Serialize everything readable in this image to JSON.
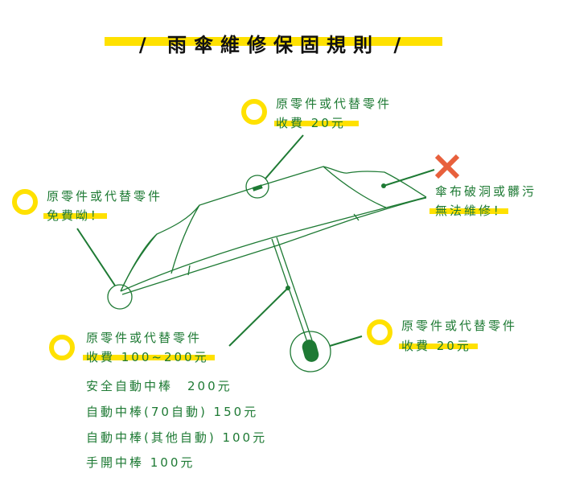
{
  "title": "/ 雨傘維修保固規則 /",
  "callouts": {
    "top": {
      "line1": "原零件或代替零件",
      "line2": "收費 20元"
    },
    "left": {
      "line1": "原零件或代替零件",
      "line2": "免費呦！"
    },
    "canopy": {
      "line1": "傘布破洞或髒污",
      "line2": "無法維修！",
      "icon": "x-icon"
    },
    "shaft": {
      "line1": "原零件或代替零件",
      "line2": "收費 100~200元"
    },
    "handle": {
      "line1": "原零件或代替零件",
      "line2": "收費 20元"
    }
  },
  "price_list": [
    "安全自動中棒　200元",
    "自動中棒(70自動) 150元",
    "自動中棒(其他自動) 100元",
    "手開中棒 100元"
  ],
  "colors": {
    "green": "#1e7a34",
    "yellow": "#ffe100",
    "red": "#e8603c"
  }
}
